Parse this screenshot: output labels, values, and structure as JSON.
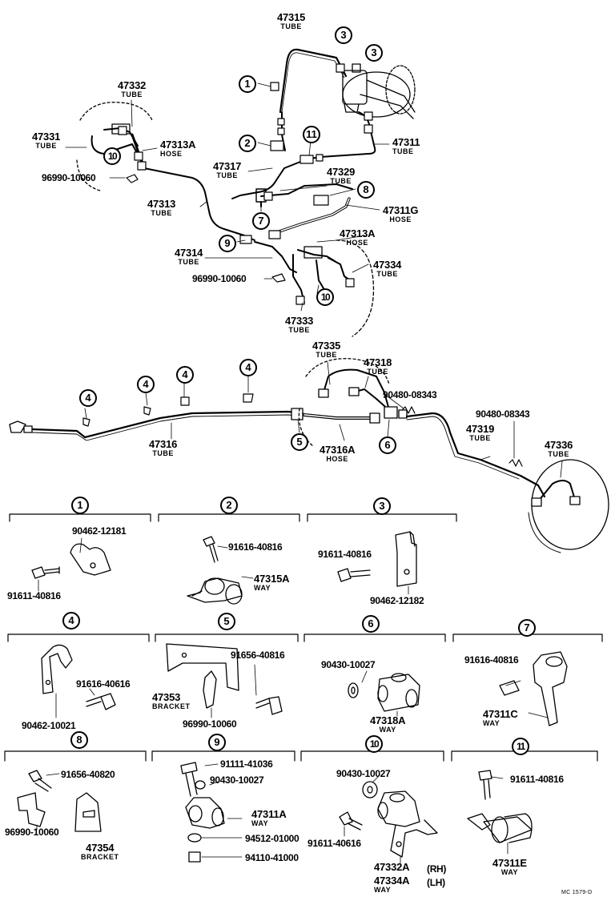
{
  "diagram": {
    "callouts": [
      "1",
      "2",
      "3",
      "4",
      "5",
      "6",
      "7",
      "8",
      "9",
      "10",
      "11"
    ],
    "parts": {
      "p47315": {
        "number": "47315",
        "desc": "TUBE"
      },
      "p47332": {
        "number": "47332",
        "desc": "TUBE"
      },
      "p47331": {
        "number": "47331",
        "desc": "TUBE"
      },
      "p47313A_top": {
        "number": "47313A",
        "desc": "HOSE"
      },
      "p47311": {
        "number": "47311",
        "desc": "TUBE"
      },
      "p96990_top": {
        "number": "96990-10060"
      },
      "p47317": {
        "number": "47317",
        "desc": "TUBE"
      },
      "p47329": {
        "number": "47329",
        "desc": "TUBE"
      },
      "p47313": {
        "number": "47313",
        "desc": "TUBE"
      },
      "p47311G": {
        "number": "47311G",
        "desc": "HOSE"
      },
      "p47313A_mid": {
        "number": "47313A",
        "desc": "HOSE"
      },
      "p47314": {
        "number": "47314",
        "desc": "TUBE"
      },
      "p47334": {
        "number": "47334",
        "desc": "TUBE"
      },
      "p96990_mid": {
        "number": "96990-10060"
      },
      "p47333": {
        "number": "47333",
        "desc": "TUBE"
      },
      "p47335": {
        "number": "47335",
        "desc": "TUBE"
      },
      "p47318": {
        "number": "47318",
        "desc": "TUBE"
      },
      "p90480_a": {
        "number": "90480-08343"
      },
      "p90480_b": {
        "number": "90480-08343"
      },
      "p47316": {
        "number": "47316",
        "desc": "TUBE"
      },
      "p47316A": {
        "number": "47316A",
        "desc": "HOSE"
      },
      "p47319": {
        "number": "47319",
        "desc": "TUBE"
      },
      "p47336": {
        "number": "47336",
        "desc": "TUBE"
      }
    },
    "details": {
      "d1": {
        "a": "90462-12181",
        "b": "91611-40816"
      },
      "d2": {
        "a": "91616-40816",
        "b": "47315A",
        "b_desc": "WAY"
      },
      "d3": {
        "a": "91611-40816",
        "b": "90462-12182"
      },
      "d4": {
        "a": "91616-40616",
        "b": "90462-10021"
      },
      "d5": {
        "a": "91656-40816",
        "b": "47353",
        "b_desc": "BRACKET",
        "c": "96990-10060"
      },
      "d6": {
        "a": "90430-10027",
        "b": "47318A",
        "b_desc": "WAY"
      },
      "d7": {
        "a": "91616-40816",
        "b": "47311C",
        "b_desc": "WAY"
      },
      "d8": {
        "a": "91656-40820",
        "b": "96990-10060",
        "c": "47354",
        "c_desc": "BRACKET"
      },
      "d9": {
        "a": "91111-41036",
        "b": "90430-10027",
        "c": "47311A",
        "c_desc": "WAY",
        "d": "94512-01000",
        "e": "94110-41000"
      },
      "d10": {
        "a": "90430-10027",
        "b": "91611-40616",
        "c": "47332A",
        "c_side": "(RH)",
        "d": "47334A",
        "d_side": "(LH)",
        "d_desc": "WAY"
      },
      "d11": {
        "a": "91611-40816",
        "b": "47311E",
        "b_desc": "WAY"
      }
    },
    "footer_code": "MC 1579-D"
  }
}
